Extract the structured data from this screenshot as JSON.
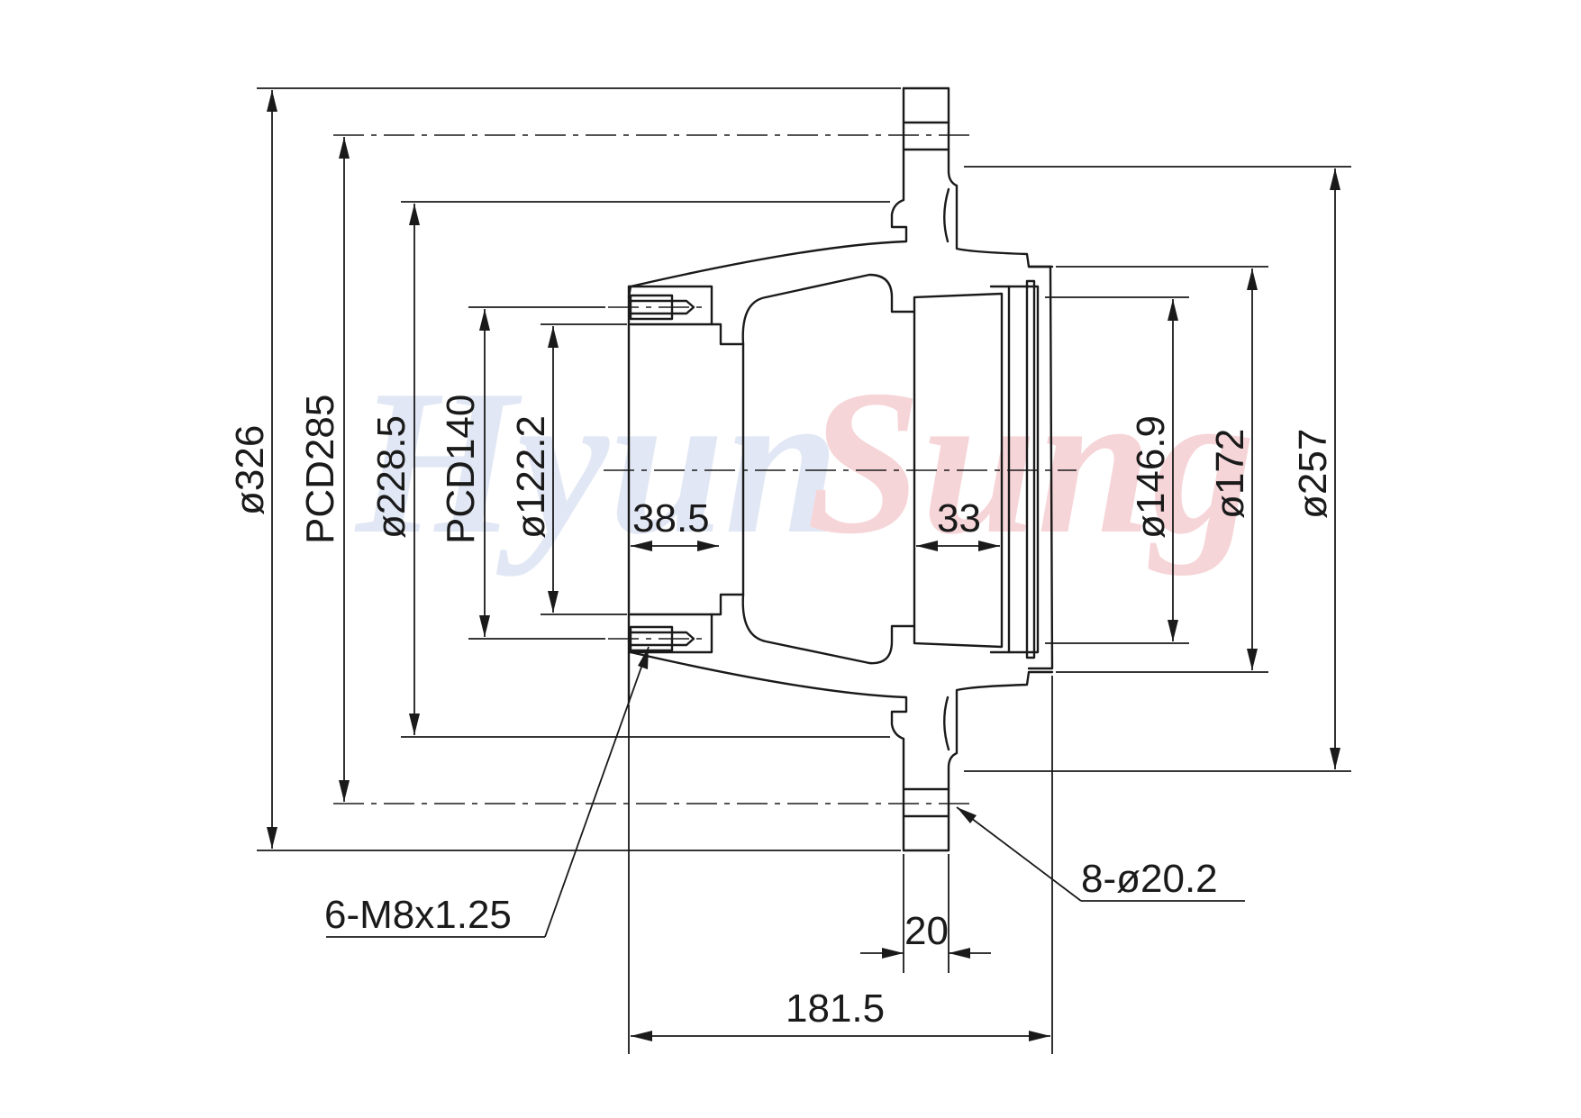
{
  "watermark": {
    "left": "Hyun",
    "right": "Sung",
    "colors": [
      "#d8e0f1",
      "#f4c7cc"
    ]
  },
  "dimensions": {
    "d326": "ø326",
    "pcd285": "PCD285",
    "d228_5": "ø228.5",
    "pcd140": "PCD140",
    "d122_2": "ø122.2",
    "len38_5": "38.5",
    "len33": "33",
    "d146_9": "ø146.9",
    "d172": "ø172",
    "d257": "ø257",
    "thread": "6-M8x1.25",
    "holes": "8-ø20.2",
    "flange20": "20",
    "total181_5": "181.5"
  }
}
